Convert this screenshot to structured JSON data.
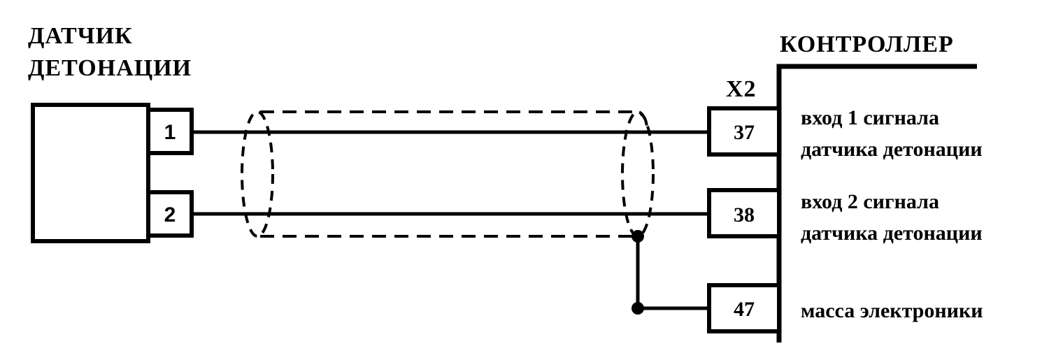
{
  "sensor": {
    "title_line1": "ДАТЧИК",
    "title_line2": "ДЕТОНАЦИИ",
    "pins": [
      "1",
      "2"
    ]
  },
  "controller": {
    "title": "КОНТРОЛЛЕР",
    "connector": "X2",
    "pins": [
      {
        "number": "37",
        "desc_line1": "вход 1 сигнала",
        "desc_line2": "датчика детонации"
      },
      {
        "number": "38",
        "desc_line1": "вход 2 сигнала",
        "desc_line2": "датчика детонации"
      },
      {
        "number": "47",
        "desc_line1": "масса электроники",
        "desc_line2": ""
      }
    ]
  },
  "colors": {
    "line": "#000000",
    "background": "#ffffff"
  }
}
